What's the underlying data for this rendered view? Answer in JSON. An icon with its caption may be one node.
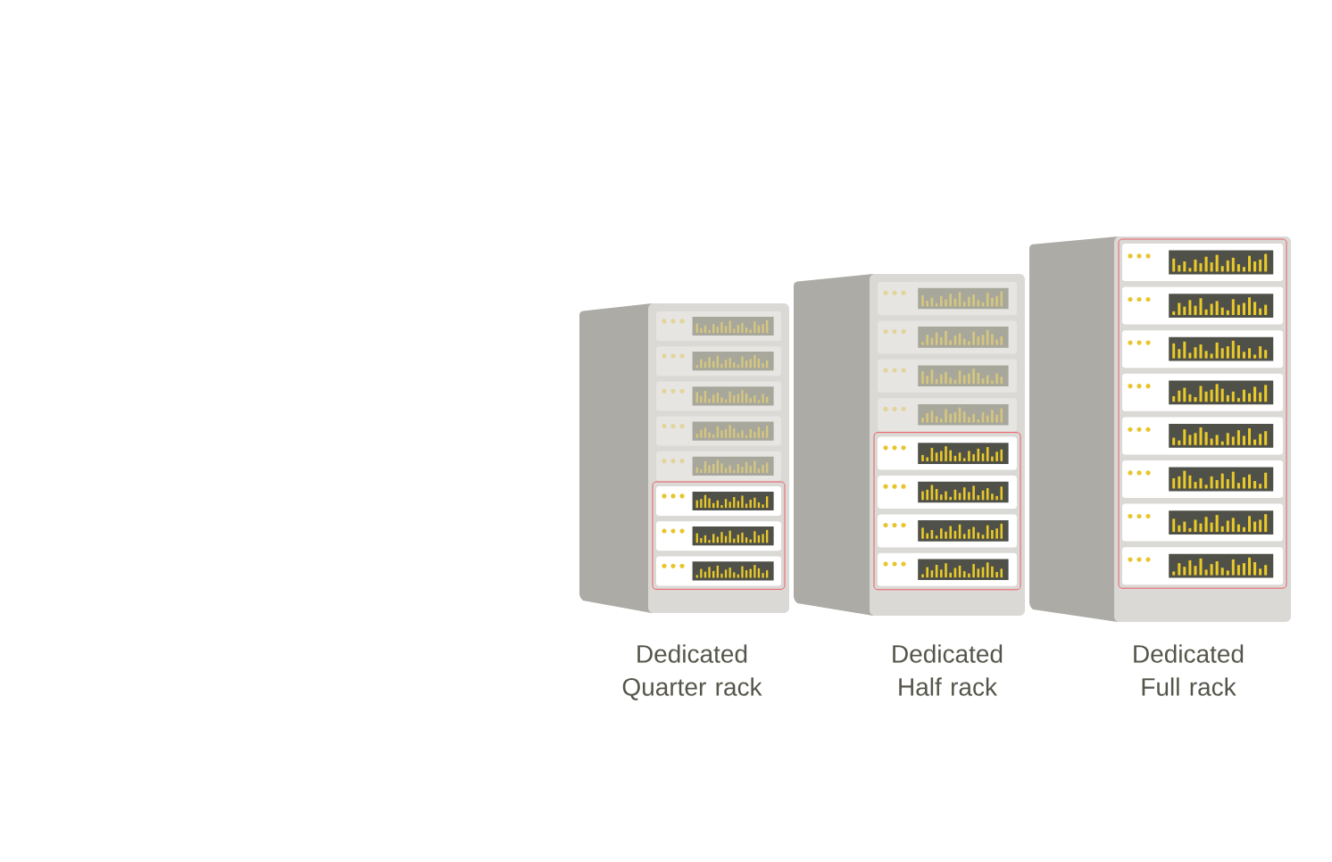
{
  "diagram": {
    "nodes": [
      {
        "text": [
          "Dedicated Quarter rack"
        ]
      },
      {
        "text": [
          "Dedicated Half rack"
        ]
      },
      {
        "text": [
          "Dedicated Full rack"
        ]
      }
    ]
  }
}
